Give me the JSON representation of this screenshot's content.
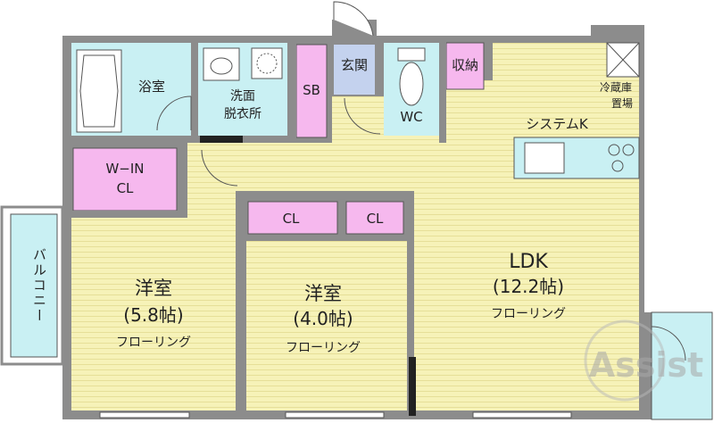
{
  "colors": {
    "wall": "#8c8c8c",
    "wall_dark": "#555555",
    "floor": "#f6f2b8",
    "floor_line": "#e6df98",
    "bath": "#c9f0f3",
    "closet": "#f6b8ee",
    "entrance": "#c4d2ee",
    "balcony": "#c9f0f3",
    "kitchen": "#c9f0f3",
    "watermark": "#a8a8a8"
  },
  "rooms": {
    "bathroom": {
      "label": "浴室"
    },
    "washroom": {
      "label_line1": "洗面",
      "label_line2": "脱衣所"
    },
    "shoe_box": {
      "label": "SB"
    },
    "entrance": {
      "label": "玄関"
    },
    "toilet": {
      "label": "WC"
    },
    "storage": {
      "label": "収納"
    },
    "fridge": {
      "label_line1": "冷蔵庫",
      "label_line2": "置場"
    },
    "kitchen": {
      "label": "システムK"
    },
    "walkin_closet": {
      "label_line1": "W−IN",
      "label_line2": "CL"
    },
    "closet_a": {
      "label": "CL"
    },
    "closet_b": {
      "label": "CL"
    },
    "balcony": {
      "label": "バルコニー"
    },
    "bedroom_1": {
      "name": "洋室",
      "size": "(5.8帖)",
      "floor": "フローリング"
    },
    "bedroom_2": {
      "name": "洋室",
      "size": "(4.0帖)",
      "floor": "フローリング"
    },
    "ldk": {
      "name": "LDK",
      "size": "(12.2帖)",
      "floor": "フローリング"
    }
  },
  "watermark": {
    "text": "Assist"
  }
}
